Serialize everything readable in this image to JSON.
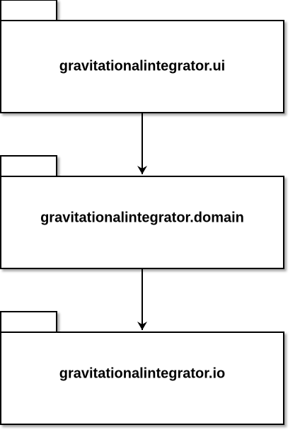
{
  "diagram": {
    "packages": [
      {
        "label": "gravitationalintegrator.ui"
      },
      {
        "label": "gravitationalintegrator.domain"
      },
      {
        "label": "gravitationalintegrator.io"
      }
    ],
    "dependencies": [
      {
        "from": "gravitationalintegrator.ui",
        "to": "gravitationalintegrator.domain"
      },
      {
        "from": "gravitationalintegrator.domain",
        "to": "gravitationalintegrator.io"
      }
    ],
    "colors": {
      "stroke": "#000000",
      "fill": "#ffffff",
      "shadow": "#b3b3b3"
    }
  }
}
